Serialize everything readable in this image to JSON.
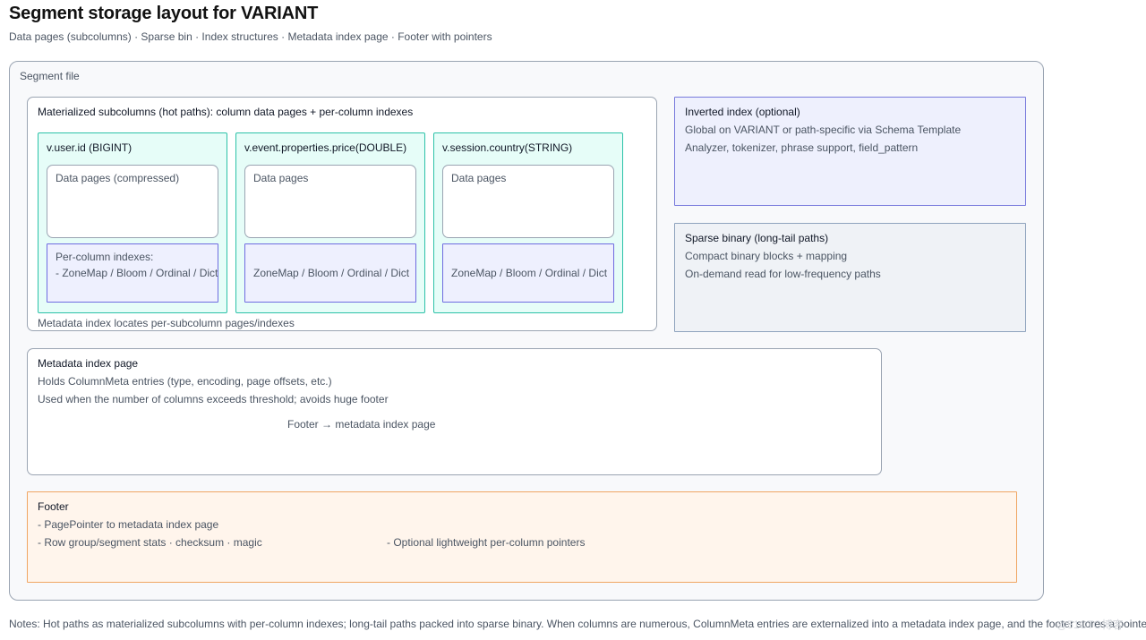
{
  "header": {
    "title": "Segment storage layout for VARIANT",
    "subtitle": "Data pages (subcolumns) · Sparse bin · Index structures · Metadata index page · Footer with pointers"
  },
  "segment_file": {
    "label": "Segment file",
    "materialized": {
      "title": "Materialized subcolumns (hot paths): column data pages + per-column indexes",
      "note": "Metadata index locates per-subcolumn pages/indexes",
      "columns": [
        {
          "name": "v.user.id (BIGINT)",
          "pages_label": "Data pages (compressed)",
          "index_line1": "Per-column indexes:",
          "index_line2": "- ZoneMap / Bloom / Ordinal / Dict"
        },
        {
          "name": "v.event.properties.price(DOUBLE)",
          "pages_label": "Data pages",
          "index_line1": "",
          "index_line2": "ZoneMap / Bloom / Ordinal / Dict"
        },
        {
          "name": "v.session.country(STRING)",
          "pages_label": "Data pages",
          "index_line1": "",
          "index_line2": "ZoneMap / Bloom / Ordinal / Dict"
        }
      ]
    },
    "inverted_index": {
      "title": "Inverted index (optional)",
      "line1": "Global on VARIANT or path-specific via Schema Template",
      "line2": "Analyzer, tokenizer, phrase support, field_pattern"
    },
    "sparse_binary": {
      "title": "Sparse binary (long-tail paths)",
      "line1": "Compact binary blocks + mapping",
      "line2": "On-demand read for low-frequency paths"
    },
    "metadata_index_page": {
      "title": "Metadata index page",
      "line1": "Holds ColumnMeta entries (type, encoding, page offsets, etc.)",
      "line2": "Used when the number of columns exceeds threshold; avoids huge footer",
      "pointer_label": "Footer → metadata index page"
    },
    "footer": {
      "title": "Footer",
      "line1": "- PagePointer to metadata index page",
      "line2": "- Row group/segment stats · checksum · magic",
      "line3": "- Optional lightweight per-column pointers"
    }
  },
  "notes": "Notes: Hot paths as materialized subcolumns with per-column indexes; long-tail paths packed into sparse binary. When columns are numerous, ColumnMeta entries are externalized into a metadata index page, and the footer stores a pointer.",
  "watermark": "@51CTO博客"
}
